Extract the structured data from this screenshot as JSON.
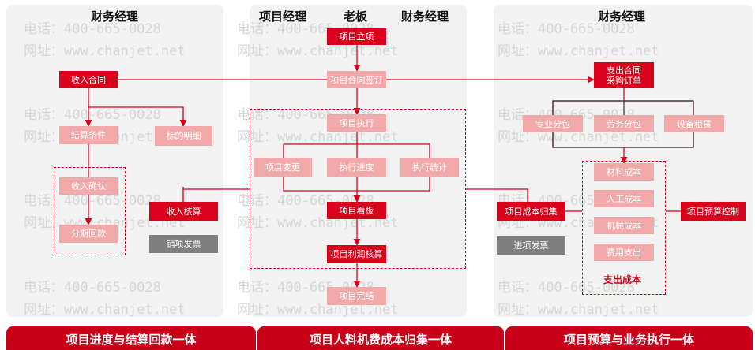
{
  "headers": {
    "left_role": "财务经理",
    "mid_role_1": "项目经理",
    "mid_role_2": "老板",
    "mid_role_3": "财务经理",
    "right_role": "财务经理"
  },
  "watermark": {
    "phone": "电话：400-665-0028",
    "site": "网址：www.chanjet.net"
  },
  "nodes": {
    "project_setup": "项目立项",
    "contract_sign": "项目合同签订",
    "income_contract": "收入合同",
    "expense_contract": "支出合同\n采购订单",
    "settlement_terms": "结算条件",
    "target_detail": "标的明细",
    "income_confirm": "收入确认",
    "installment": "分期回款",
    "income_accounting": "收入核算",
    "sales_invoice": "销项发票",
    "project_exec": "项目执行",
    "project_change": "项目变更",
    "exec_progress": "执行进度",
    "exec_stats": "执行统计",
    "project_board": "项目看板",
    "profit_accounting": "项目利润核算",
    "project_done": "项目完结",
    "sub_professional": "专业分包",
    "sub_labor": "劳务分包",
    "equipment_rent": "设备租赁",
    "material_cost": "材料成本",
    "labor_cost": "人工成本",
    "machine_cost": "机械成本",
    "expense_spend": "费用支出",
    "expense_cost_label": "支出成本",
    "cost_collect": "项目成本归集",
    "input_invoice": "进项发票",
    "budget_control": "项目预算控制"
  },
  "bands": {
    "left": "项目进度与结算回款一体",
    "middle": "项目人料机费成本归集一体",
    "right": "项目预算与业务执行一体"
  },
  "colors": {
    "red": "#d9001b",
    "pink": "#f2a9a9",
    "gray": "#7f7f7f",
    "band": "#c80018"
  }
}
